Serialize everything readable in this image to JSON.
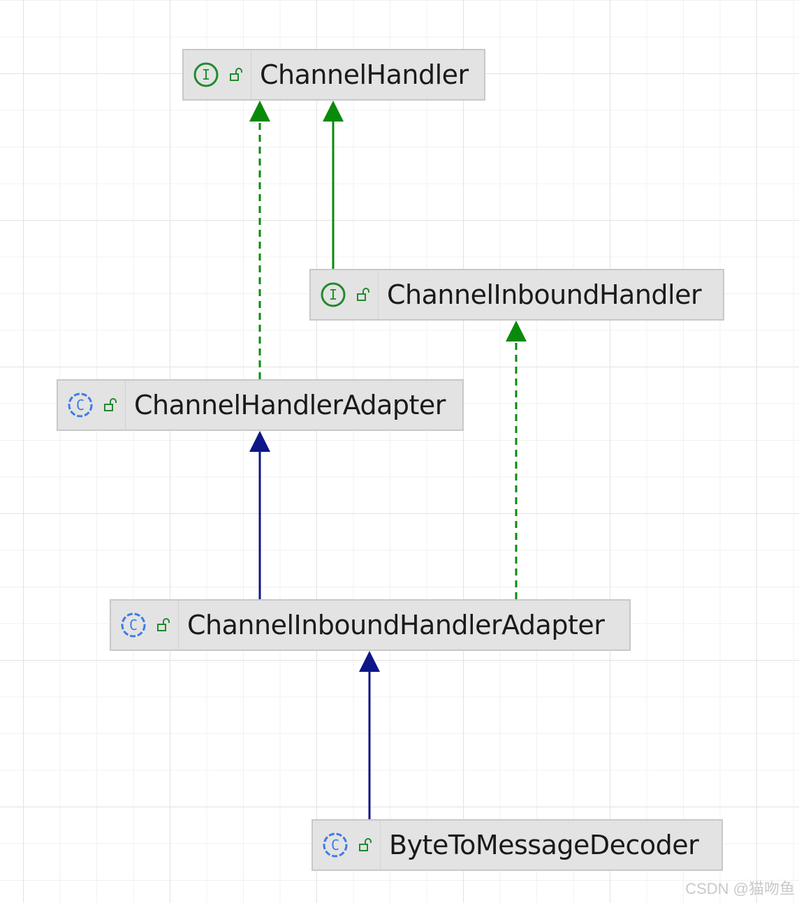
{
  "colors": {
    "interface_icon": "#1f8a2e",
    "class_icon": "#3d7be6",
    "lock_icon": "#1f8a2e",
    "implements_edge": "#0a8a0a",
    "extends_interface_edge": "#0a8a0a",
    "extends_class_edge": "#0f1687"
  },
  "nodes": [
    {
      "id": "channel-handler",
      "kind": "interface",
      "kind_glyph": "I",
      "icon": "interface-icon",
      "access_icon": "unlock-icon",
      "label": "ChannelHandler"
    },
    {
      "id": "channel-inbound-handler",
      "kind": "interface",
      "kind_glyph": "I",
      "icon": "interface-icon",
      "access_icon": "unlock-icon",
      "label": "ChannelInboundHandler"
    },
    {
      "id": "channel-handler-adapter",
      "kind": "class",
      "kind_glyph": "C",
      "icon": "class-icon",
      "access_icon": "unlock-icon",
      "label": "ChannelHandlerAdapter"
    },
    {
      "id": "channel-inbound-handler-adapter",
      "kind": "class",
      "kind_glyph": "C",
      "icon": "class-icon",
      "access_icon": "unlock-icon",
      "label": "ChannelInboundHandlerAdapter"
    },
    {
      "id": "byte-to-message-decoder",
      "kind": "class",
      "kind_glyph": "C",
      "icon": "class-icon",
      "access_icon": "unlock-icon",
      "label": "ByteToMessageDecoder"
    }
  ],
  "edges": [
    {
      "from": "channel-inbound-handler",
      "to": "channel-handler",
      "style": "solid",
      "color": "extends_interface_edge"
    },
    {
      "from": "channel-handler-adapter",
      "to": "channel-handler",
      "style": "dashed",
      "color": "implements_edge"
    },
    {
      "from": "channel-inbound-handler-adapter",
      "to": "channel-inbound-handler",
      "style": "dashed",
      "color": "implements_edge"
    },
    {
      "from": "channel-inbound-handler-adapter",
      "to": "channel-handler-adapter",
      "style": "solid",
      "color": "extends_class_edge"
    },
    {
      "from": "byte-to-message-decoder",
      "to": "channel-inbound-handler-adapter",
      "style": "solid",
      "color": "extends_class_edge"
    }
  ],
  "watermark": "CSDN @猫吻鱼"
}
